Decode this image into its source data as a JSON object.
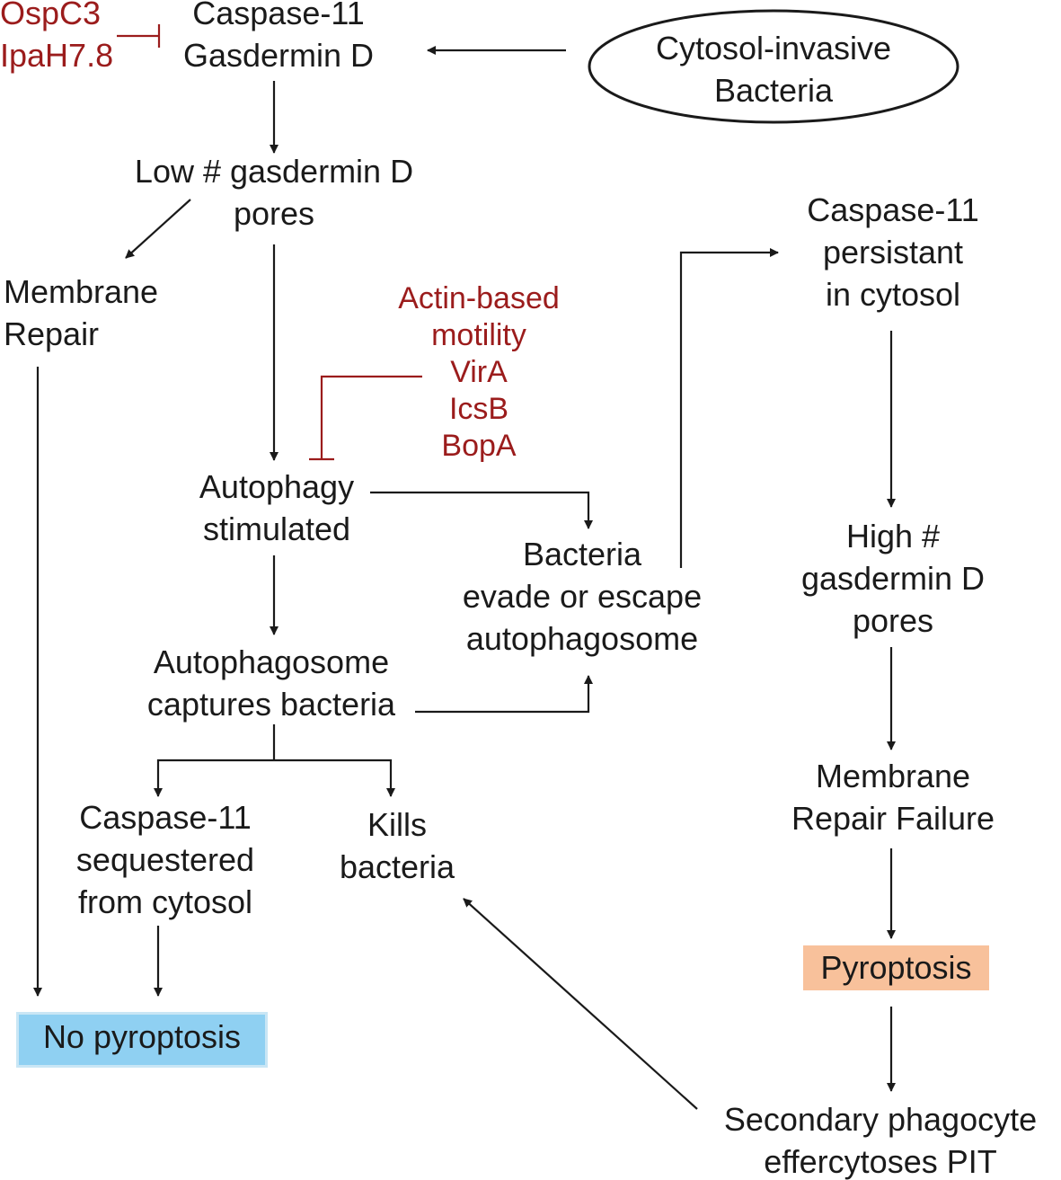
{
  "nodes": {
    "caspase11_gsdmd": [
      "Caspase-11",
      "Gasdermin D"
    ],
    "inhibitors_top": [
      "OspC3",
      "IpaH7.8"
    ],
    "cytosol_bacteria": [
      "Cytosol-invasive",
      "Bacteria"
    ],
    "low_pores": [
      "Low # gasdermin D",
      "pores"
    ],
    "membrane_repair": [
      "Membrane",
      "Repair"
    ],
    "actin_inhibitors": [
      "Actin-based",
      "motility",
      "VirA",
      "IcsB",
      "BopA"
    ],
    "autophagy": [
      "Autophagy",
      "stimulated"
    ],
    "bacteria_evade": [
      "Bacteria",
      "evade or escape",
      "autophagosome"
    ],
    "autophagosome": [
      "Autophagosome",
      "captures bacteria"
    ],
    "caspase_sequestered": [
      "Caspase-11",
      "sequestered",
      "from cytosol"
    ],
    "kills_bacteria": [
      "Kills",
      "bacteria"
    ],
    "no_pyroptosis": "No pyroptosis",
    "caspase_persistant": [
      "Caspase-11",
      "persistant",
      "in cytosol"
    ],
    "high_pores": [
      "High #",
      "gasdermin D",
      "pores"
    ],
    "repair_failure": [
      "Membrane",
      "Repair Failure"
    ],
    "pyroptosis": "Pyroptosis",
    "secondary_phagocyte": [
      "Secondary phagocyte",
      "effercytoses PIT"
    ]
  },
  "colors": {
    "text": "#1a1a1a",
    "inhibitor": "#9b1c1c",
    "no_pyroptosis_box": "#8fd0f2",
    "pyroptosis_box": "#f8c19b"
  }
}
